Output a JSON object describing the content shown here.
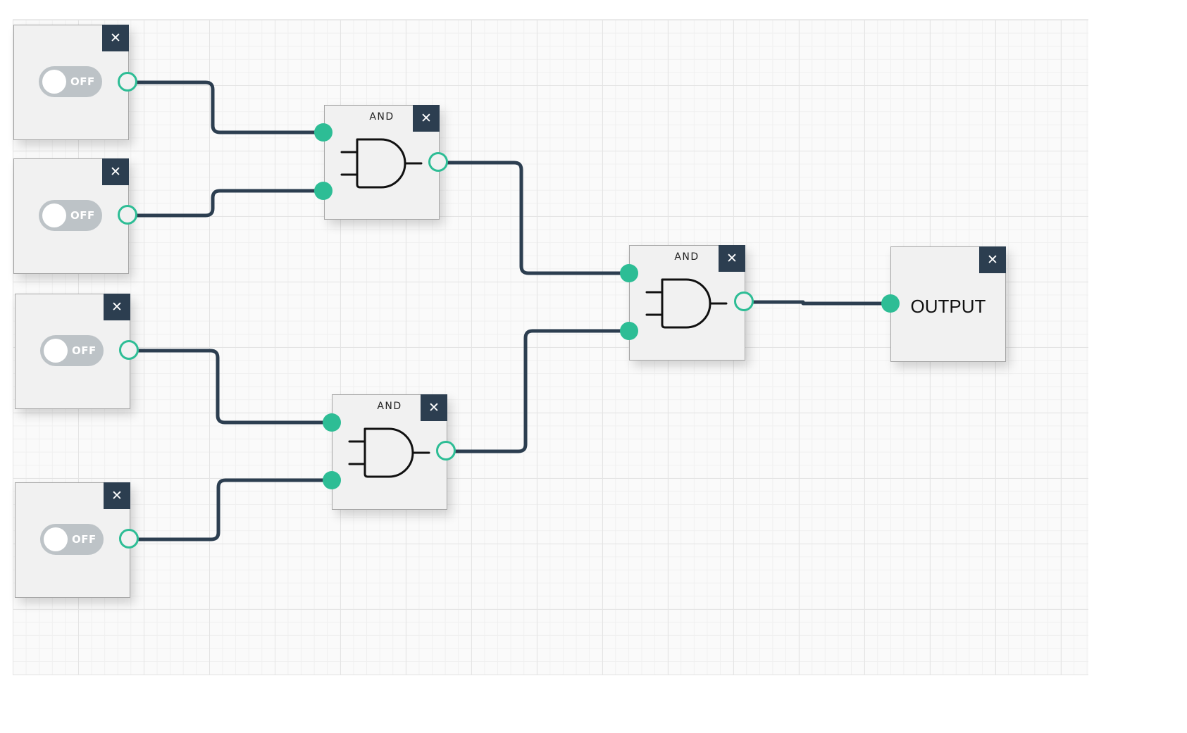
{
  "canvas": {
    "grid": "on"
  },
  "inputs": [
    {
      "state_label": "OFF",
      "close_label": "✕"
    },
    {
      "state_label": "OFF",
      "close_label": "✕"
    },
    {
      "state_label": "OFF",
      "close_label": "✕"
    },
    {
      "state_label": "OFF",
      "close_label": "✕"
    }
  ],
  "gates": [
    {
      "title": "AND",
      "close_label": "✕"
    },
    {
      "title": "AND",
      "close_label": "✕"
    },
    {
      "title": "AND",
      "close_label": "✕"
    }
  ],
  "output": {
    "label": "OUTPUT",
    "close_label": "✕"
  },
  "colors": {
    "wire": "#2c3e50",
    "port": "#2dbd95",
    "close_button": "#2c3e50",
    "toggle_off": "#bdc3c7",
    "node_background": "#f1f1f1"
  },
  "icons": {
    "close": "close-icon",
    "gate": "and-gate-icon"
  }
}
